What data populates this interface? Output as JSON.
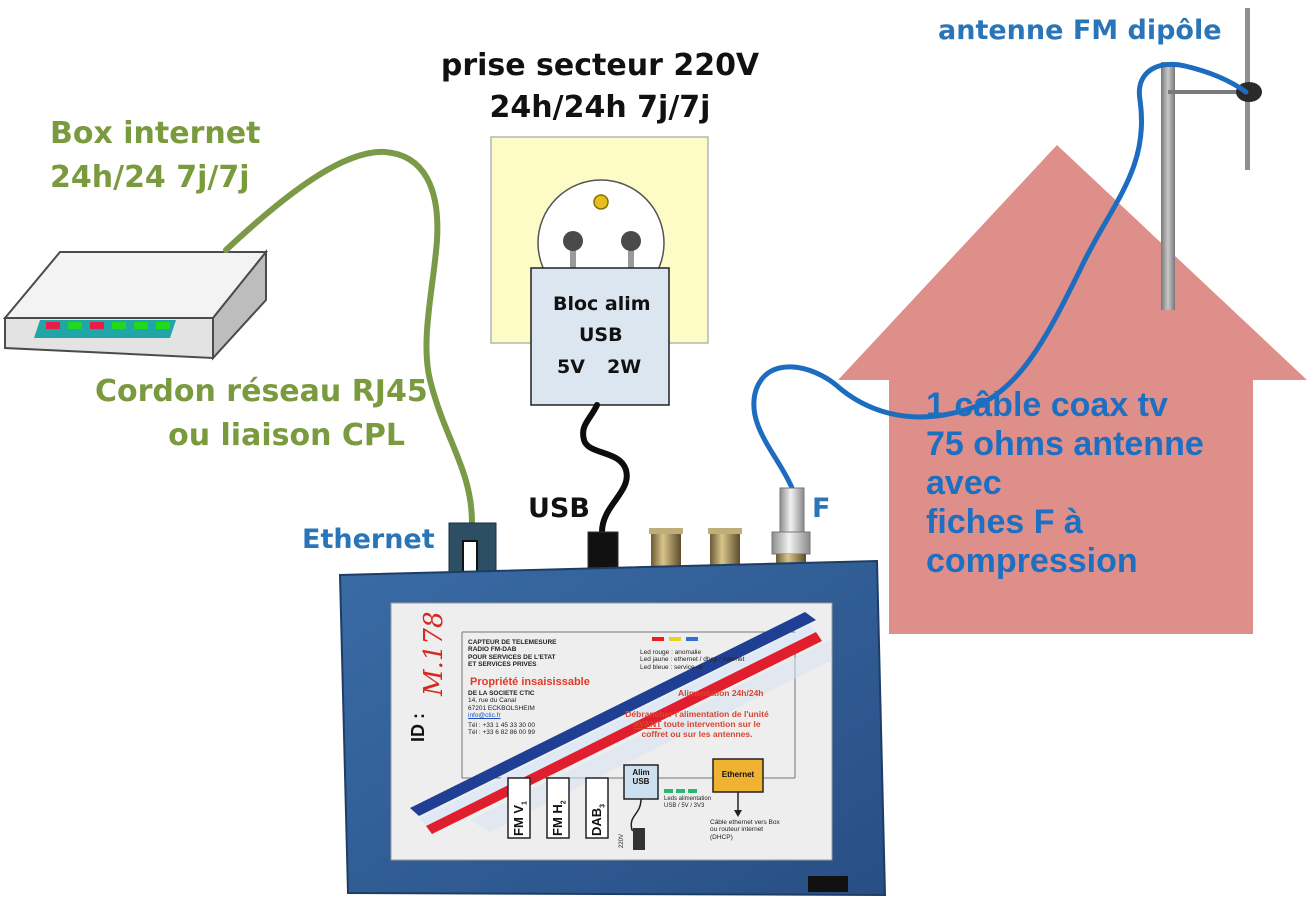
{
  "labels": {
    "box_internet": [
      "Box internet",
      "24h/24 7j/7j"
    ],
    "prise": [
      "prise secteur 220V",
      "24h/24h  7j/7j"
    ],
    "cordon": [
      "Cordon réseau RJ45",
      "ou liaison CPL"
    ],
    "antenne": "antenne FM dipôle",
    "ethernet": "Ethernet",
    "usb": "USB",
    "f": "F",
    "coax": [
      "1 câble coax tv",
      "75 ohms antenne",
      "avec",
      "fiches F à",
      "compression"
    ]
  },
  "bloc_alim": {
    "title": "Bloc alim",
    "sub": "USB",
    "volts": "5V",
    "watts": "2W"
  },
  "device_label": {
    "id_prefix": "ID :",
    "id_value": "M.178",
    "header": [
      "CAPTEUR DE TELEMESURE",
      "RADIO FM-DAB",
      "POUR SERVICES DE L'ETAT",
      "ET SERVICES PRIVES"
    ],
    "propriete": "Propriété insaisissable",
    "societe": [
      "DE LA SOCIETE CTIC",
      "14, rue du Canal",
      "67201 ECKBOLSHEIM"
    ],
    "email": "info@ctic.fr",
    "tel": [
      "Tél : +33 1 45 33 30 00",
      "Tél : +33 6 82 86 00 99"
    ],
    "leds": [
      "Led rouge : anomalie",
      "Led jaune : ethernet / dhcp / internet",
      "Led bleue : service ok"
    ],
    "alimentation": "Alimentation 24h/24h",
    "warning": [
      "Débrancher l'alimentation de l'unité",
      "AVANT",
      " toute intervention sur le",
      "coffret ou sur les antennes."
    ],
    "ports": [
      "FM V",
      "FM H",
      "DAB"
    ],
    "port_subs": [
      "1",
      "2",
      "3"
    ],
    "alim_box": [
      "Alim",
      "USB"
    ],
    "v220": "220V",
    "leds_alim": [
      "Leds alimentation",
      "USB / 5V / 3V3"
    ],
    "ethernet_box": "Ethernet",
    "cable_eth": [
      "Câble ethernet vers Box",
      "ou routeur internet",
      "(DHCP)"
    ]
  },
  "colors": {
    "green_text": "#7a9a3e",
    "blue_text": "#2a75b8",
    "coax_text": "#1d6fc1",
    "house": "#df8f8a",
    "socket_plate": "#fdfbc6",
    "device_blue": "#2f5f9a"
  }
}
